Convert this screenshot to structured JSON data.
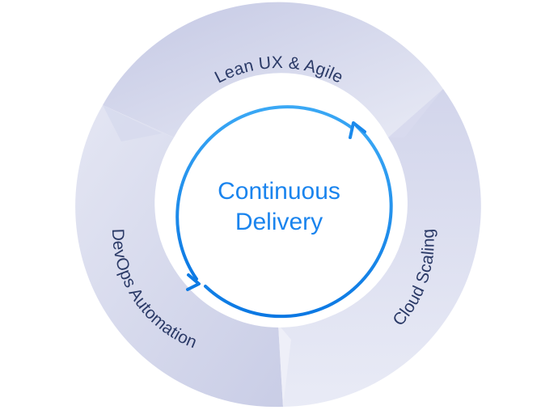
{
  "diagram": {
    "center": {
      "line1": "Continuous",
      "line2": "Delivery"
    },
    "segments": [
      {
        "label": "Lean UX & Agile"
      },
      {
        "label": "Cloud Scaling"
      },
      {
        "label": "DevOps Automation"
      }
    ],
    "colors": {
      "ring_light": "#e6e8f4",
      "ring_dark": "#c7cbe5",
      "divider": "#f4f5fb",
      "arrow_start": "#3aa8f5",
      "arrow_end": "#0b78e3",
      "label_text": "#2b3a67",
      "center_text": "#1a84ee"
    },
    "icons": [
      "cycle-arrow-head-icon",
      "cycle-arrow-head-icon"
    ]
  }
}
